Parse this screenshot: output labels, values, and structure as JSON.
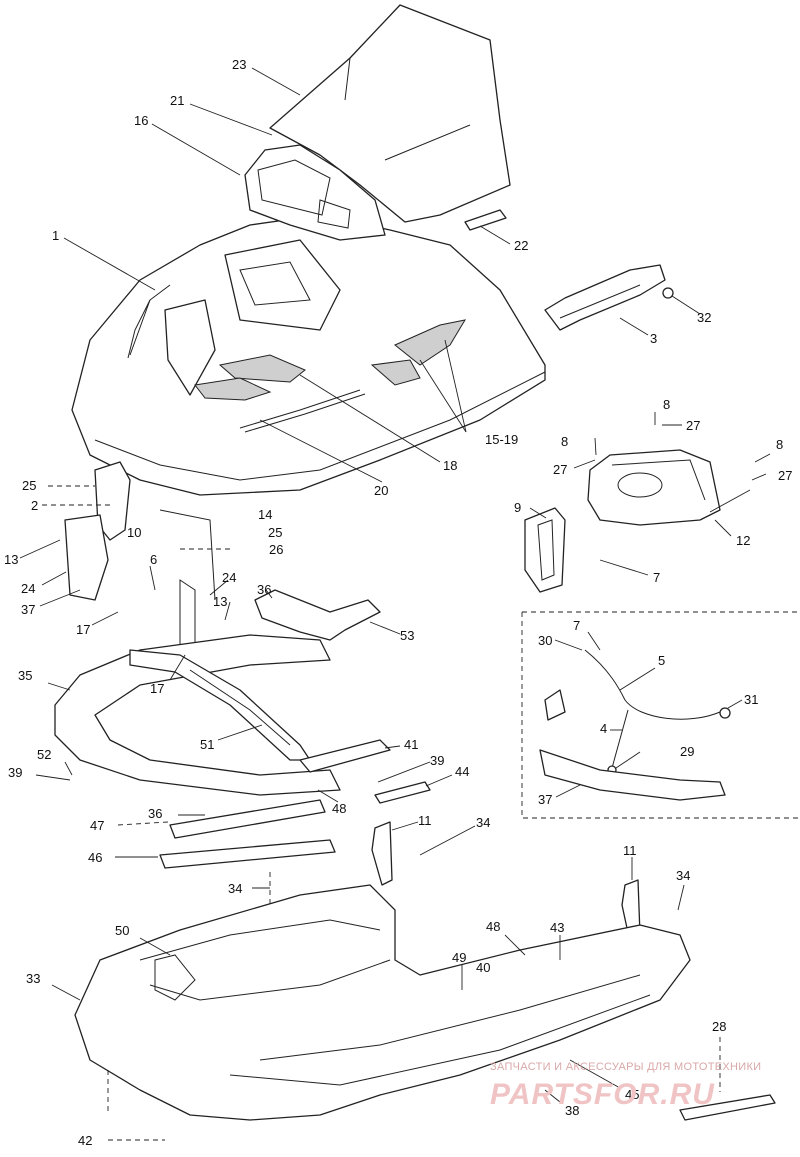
{
  "callouts": [
    {
      "id": "c23",
      "text": "23"
    },
    {
      "id": "c21",
      "text": "21"
    },
    {
      "id": "c16",
      "text": "16"
    },
    {
      "id": "c1",
      "text": "1"
    },
    {
      "id": "c22",
      "text": "22"
    },
    {
      "id": "c32",
      "text": "32"
    },
    {
      "id": "c3",
      "text": "3"
    },
    {
      "id": "c15_19",
      "text": "15-19"
    },
    {
      "id": "c18",
      "text": "18"
    },
    {
      "id": "c20",
      "text": "20"
    },
    {
      "id": "c8a",
      "text": "8"
    },
    {
      "id": "c27a",
      "text": "27"
    },
    {
      "id": "c8b",
      "text": "8"
    },
    {
      "id": "c27b",
      "text": "27"
    },
    {
      "id": "c8c",
      "text": "8"
    },
    {
      "id": "c27c",
      "text": "27"
    },
    {
      "id": "c9",
      "text": "9"
    },
    {
      "id": "c12",
      "text": "12"
    },
    {
      "id": "c7a",
      "text": "7"
    },
    {
      "id": "c25a",
      "text": "25"
    },
    {
      "id": "c2",
      "text": "2"
    },
    {
      "id": "c14",
      "text": "14"
    },
    {
      "id": "c10",
      "text": "10"
    },
    {
      "id": "c25b",
      "text": "25"
    },
    {
      "id": "c26",
      "text": "26"
    },
    {
      "id": "c13a",
      "text": "13"
    },
    {
      "id": "c6",
      "text": "6"
    },
    {
      "id": "c24a",
      "text": "24"
    },
    {
      "id": "c24b",
      "text": "24"
    },
    {
      "id": "c37a",
      "text": "37"
    },
    {
      "id": "c36a",
      "text": "36"
    },
    {
      "id": "c13b",
      "text": "13"
    },
    {
      "id": "c17a",
      "text": "17"
    },
    {
      "id": "c53",
      "text": "53"
    },
    {
      "id": "c35",
      "text": "35"
    },
    {
      "id": "c17b",
      "text": "17"
    },
    {
      "id": "c51",
      "text": "51"
    },
    {
      "id": "c41",
      "text": "41"
    },
    {
      "id": "c52",
      "text": "52"
    },
    {
      "id": "c39a",
      "text": "39"
    },
    {
      "id": "c39b",
      "text": "39"
    },
    {
      "id": "c44",
      "text": "44"
    },
    {
      "id": "c48a",
      "text": "48"
    },
    {
      "id": "c47",
      "text": "47"
    },
    {
      "id": "c36b",
      "text": "36"
    },
    {
      "id": "c46",
      "text": "46"
    },
    {
      "id": "c11a",
      "text": "11"
    },
    {
      "id": "c34a",
      "text": "34"
    },
    {
      "id": "c34b",
      "text": "34"
    },
    {
      "id": "c11b",
      "text": "11"
    },
    {
      "id": "c34c",
      "text": "34"
    },
    {
      "id": "c50",
      "text": "50"
    },
    {
      "id": "c33",
      "text": "33"
    },
    {
      "id": "c48b",
      "text": "48"
    },
    {
      "id": "c43",
      "text": "43"
    },
    {
      "id": "c49",
      "text": "49"
    },
    {
      "id": "c40",
      "text": "40"
    },
    {
      "id": "c28",
      "text": "28"
    },
    {
      "id": "c45",
      "text": "45"
    },
    {
      "id": "c38",
      "text": "38"
    },
    {
      "id": "c42",
      "text": "42"
    },
    {
      "id": "c7b",
      "text": "7"
    },
    {
      "id": "c30",
      "text": "30"
    },
    {
      "id": "c5",
      "text": "5"
    },
    {
      "id": "c31",
      "text": "31"
    },
    {
      "id": "c4",
      "text": "4"
    },
    {
      "id": "c29",
      "text": "29"
    },
    {
      "id": "c37b",
      "text": "37"
    }
  ],
  "watermark": {
    "tagline": "ЗАПЧАСТИ И АКСЕССУАРЫ ДЛЯ МОТОТЕХНИКИ",
    "brand": "PARTSFOR.RU"
  }
}
